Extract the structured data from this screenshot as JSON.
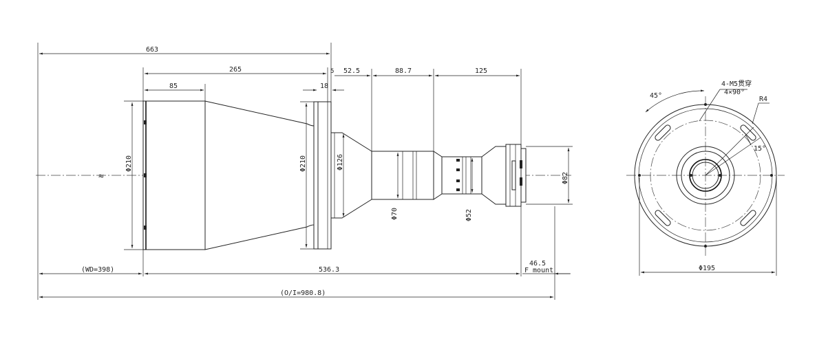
{
  "drawing": {
    "side_view": {
      "dim_total_length": "663",
      "dim_barrel_length": "265",
      "dim_step": "5",
      "dim_neck": "52.5",
      "dim_body": "88.7",
      "dim_rear": "125",
      "dim_front_cylinder": "85",
      "dim_flange": "18",
      "dia_front": "Φ210",
      "dia_flange": "Φ210",
      "dia_neck": "Φ126",
      "dia_body": "Φ70",
      "dia_rear": "Φ52",
      "dia_mount": "Φ82",
      "working_distance": "(WD=398)",
      "optical_length": "536.3",
      "flange_focal": "46.5",
      "mount_type": "F mount",
      "object_to_image": "(O/I=980.8)",
      "break_mark": "≈"
    },
    "end_view": {
      "angle_top": "45°",
      "hole_spec_line1": "4-M5贯穿",
      "hole_spec_line2": "4×90°",
      "slot_radius": "R4",
      "angle_slot": "15°",
      "dia_outer": "Φ195"
    }
  }
}
